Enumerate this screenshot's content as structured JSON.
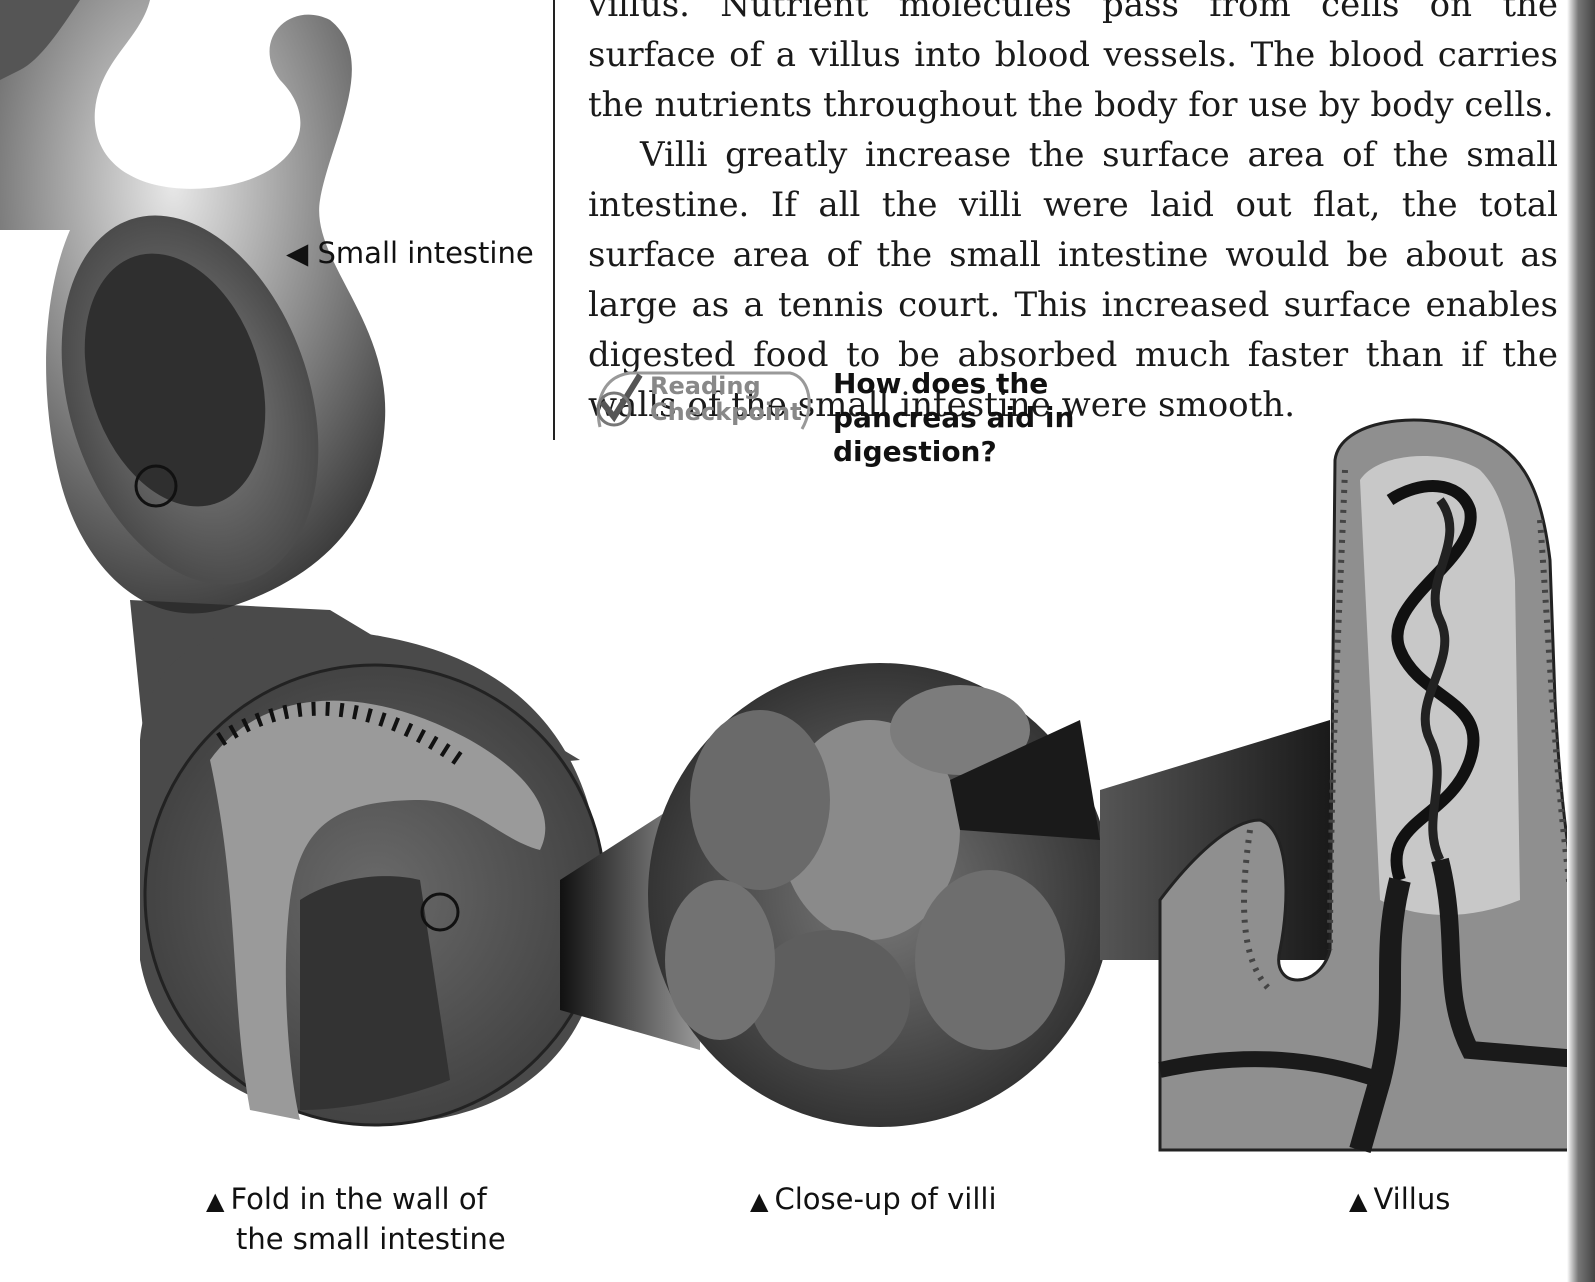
{
  "body_text": {
    "paragraph_1": "villus. Nutrient molecules pass from cells on the surface of a villus into blood vessels. The blood carries the nutrients throughout the body for use by body cells.",
    "paragraph_2": "Villi greatly increase the surface area of the small intestine. If all the villi were laid out flat, the total surface area of the small intestine would be about as large as a tennis court. This increased surface enables digested food to be absorbed much faster than if the walls of the small intestine were smooth."
  },
  "labels": {
    "small_intestine": "◀ Small intestine"
  },
  "checkpoint": {
    "badge_line1": "Reading",
    "badge_line2": "Checkpoint",
    "question": "How does the pancreas aid in digestion?"
  },
  "captions": {
    "fold_line1": "Fold in the wall of",
    "fold_line2": "the small intestine",
    "closeup": "Close-up of villi",
    "villus": "Villus",
    "marker": "▲"
  },
  "colors": {
    "text": "#111111",
    "badge_gray": "#888888"
  }
}
